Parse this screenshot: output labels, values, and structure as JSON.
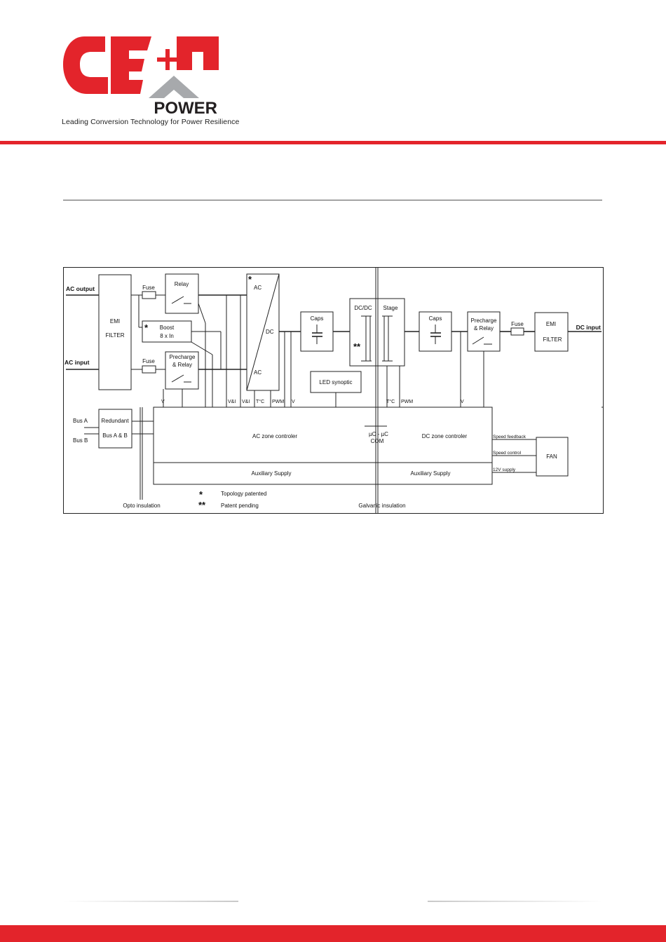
{
  "brand": {
    "logo_text": "CE+T",
    "logo_sub": "POWER",
    "tagline": "Leading Conversion Technology for Power Resilience",
    "colors": {
      "primary": "#e3242b",
      "gray": "#a7a9ac",
      "dark": "#231f20"
    }
  },
  "diagram": {
    "labels": {
      "ac_output": "AC output",
      "ac_input": "AC input",
      "emi_left_1": "EMI",
      "emi_left_2": "FILTER",
      "fuse_top": "Fuse",
      "fuse_bottom": "Fuse",
      "relay": "Relay",
      "boost_1": "Boost",
      "boost_2": "8 x In",
      "precharge_left_1": "Precharge",
      "precharge_left_2": "& Relay",
      "conv_ac_top": "AC",
      "conv_dc": "DC",
      "conv_ac_bottom": "AC",
      "caps_left": "Caps",
      "dcdc": "DC/DC",
      "stage": "Stage",
      "caps_right": "Caps",
      "precharge_right_1": "Precharge",
      "precharge_right_2": "& Relay",
      "fuse_right": "Fuse",
      "emi_right_1": "EMI",
      "emi_right_2": "FILTER",
      "dc_input": "DC input",
      "led_synoptic": "LED synoptic",
      "sig_v1": "V",
      "sig_vi1": "V&I",
      "sig_vi2": "V&I",
      "sig_t1": "T°C",
      "sig_pwm1": "PWM",
      "sig_v2": "V",
      "sig_t2": "T°C",
      "sig_pwm2": "PWM",
      "sig_v3": "V",
      "bus_a": "Bus A",
      "bus_b": "Bus B",
      "redundant_1": "Redundant",
      "redundant_2": "Bus A & B",
      "ac_zone": "AC zone controler",
      "uc_com_1": "µC - µC",
      "uc_com_2": "COM",
      "dc_zone": "DC zone controler",
      "aux_left": "Auxiliary Supply",
      "aux_right": "Auxiliary Supply",
      "speed_feedback": "Speed feedback",
      "speed_control": "Speed control",
      "supply_12v": "12V supply",
      "fan": "FAN",
      "star_1": "*",
      "star_2": "**",
      "star_3": "*",
      "legend_star": "*",
      "legend_star_text": "Topology patented",
      "legend_dstar": "**",
      "legend_dstar_text": "Patent pending",
      "opto": "Opto insulation",
      "galvanic": "Galvanic insulation"
    }
  }
}
